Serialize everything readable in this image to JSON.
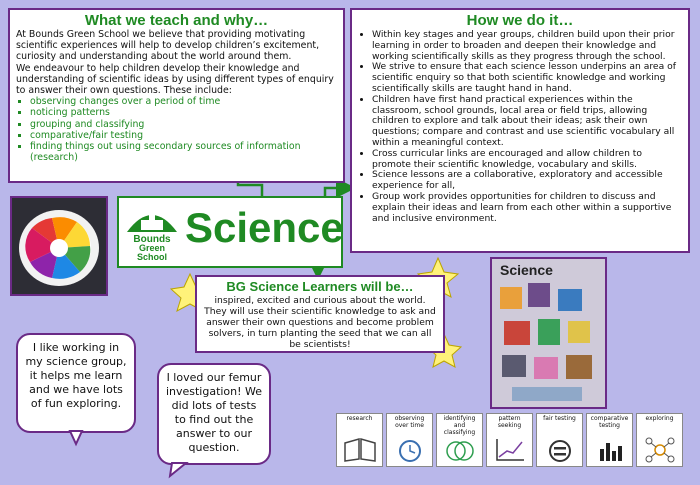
{
  "what": {
    "heading": "What we teach and why…",
    "paragraph1": "At Bounds Green School we believe that providing motivating scientific experiences will help to develop children’s excitement, curiosity and understanding about the world around them.",
    "paragraph2": "We endeavour to help children develop their knowledge and understanding of scientific ideas by using different types of enquiry to answer their own questions. These include:",
    "items": [
      "observing changes over a period of time",
      "noticing patterns",
      "grouping and classifying",
      "comparative/fair testing",
      "finding things out using secondary sources of information (research)"
    ]
  },
  "how": {
    "heading": "How we do it…",
    "items": [
      "Within key stages and year groups, children build upon their prior learning in order to broaden and deepen their knowledge and working scientifically skills as they progress through the school.",
      "We strive to ensure that each science lesson underpins an area of scientific enquiry so that both scientific knowledge and working scientifically skills are taught hand in hand.",
      "Children have first hand practical experiences within the classroom, school grounds, local area or field trips, allowing children to explore and talk about their ideas; ask their own questions; compare and contrast and use scientific vocabulary all within a meaningful context.",
      "Cross curricular links are encouraged and allow children to promote their scientific knowledge, vocabulary and skills.",
      "Science lessons are a collaborative, exploratory and accessible experience for all,",
      "Group work provides opportunities for children to discuss and explain their ideas and learn from each other within a supportive and inclusive environment."
    ]
  },
  "badge": {
    "logo_text": "Bounds Green School",
    "title": "Science"
  },
  "learners": {
    "heading": "BG Science Learners will be…",
    "text": "inspired, excited and curious about the world. They will use their scientific knowledge to ask and answer their own questions and become problem solvers, in turn planting the seed that we can all be scientists!"
  },
  "quotes": [
    "I like working in my science group, it helps me learn and we have lots of fun exploring.",
    "I loved our femur investigation! We did lots of tests to find out the answer to our question."
  ],
  "photo_board_title": "Science",
  "icons": [
    {
      "label": "research",
      "icon": "book-icon",
      "color": "#444444"
    },
    {
      "label": "observing over time",
      "icon": "clock-icon",
      "color": "#3a6fb0"
    },
    {
      "label": "identifying and classifying",
      "icon": "venn-icon",
      "color": "#2e9e4f"
    },
    {
      "label": "pattern seeking",
      "icon": "line-graph-icon",
      "color": "#7a3fa0"
    },
    {
      "label": "fair testing",
      "icon": "equals-icon",
      "color": "#e0a020"
    },
    {
      "label": "comparative testing",
      "icon": "bar-chart-icon",
      "color": "#c0392b"
    },
    {
      "label": "exploring",
      "icon": "mind-map-icon",
      "color": "#d68a00"
    }
  ],
  "colors": {
    "green": "#1f8a23",
    "purple": "#6a2a86",
    "background": "#b9b7ea",
    "star": "#fff27a"
  }
}
